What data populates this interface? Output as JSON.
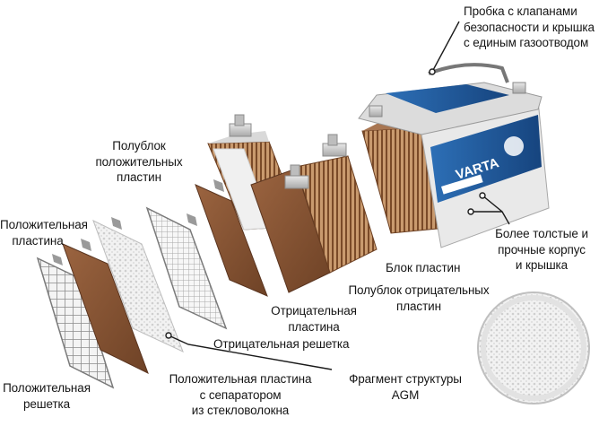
{
  "labels": {
    "top_right": "Пробка с клапанами\nбезопасности и крышка\nс единым газоотводом",
    "half_block_positive": "Полублок\nположительных\nпластин",
    "positive_plate": "Положительная\nпластина",
    "stronger_case": "Более толстые и\nпрочные корпус\nи крышка",
    "plate_block": "Блок пластин",
    "half_block_negative": "Полублок отрицательных\nпластин",
    "negative_plate": "Отрицательная\nпластина",
    "negative_grid": "Отрицательная решетка",
    "positive_grid": "Положительная\nрешетка",
    "positive_plate_separator": "Положительная пластина\nс сепаратором\nиз стекловолокна",
    "agm_fragment": "Фрагмент структуры\nAGM"
  },
  "battery": {
    "brand": "VARTA"
  },
  "colors": {
    "lead_oxide": "#8a5a35",
    "separator": "#eeeeee",
    "battery_blue": "#1c4f8f",
    "grid": "#9a9a9a",
    "leader_line": "#1a1a1a"
  }
}
